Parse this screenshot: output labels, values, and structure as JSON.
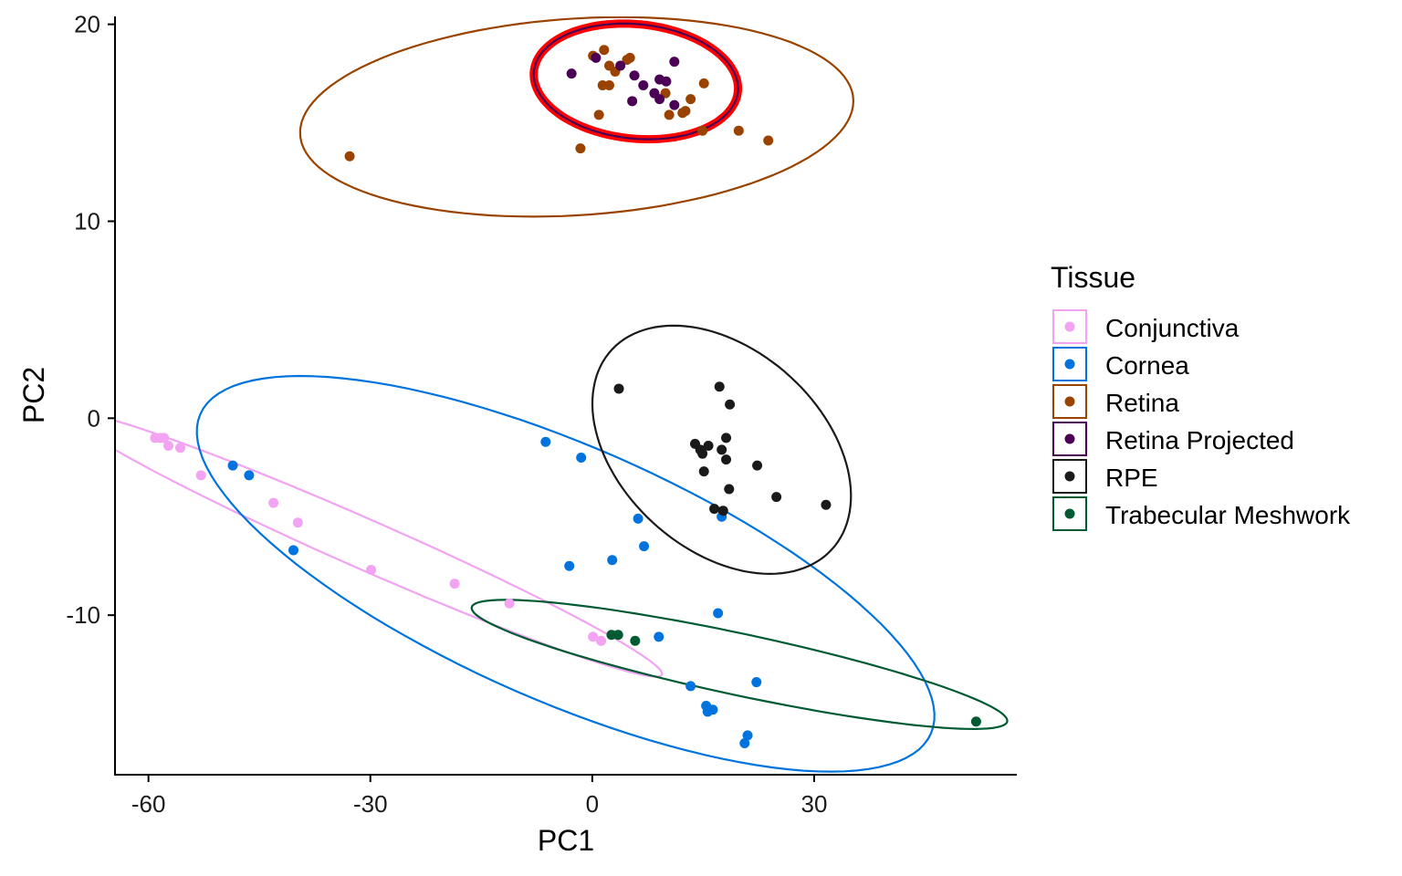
{
  "chart_data": {
    "type": "scatter",
    "title": "",
    "xlabel": "PC1",
    "ylabel": "PC2",
    "xlim": [
      -64.4,
      57.4
    ],
    "ylim": [
      -18.1,
      20.4
    ],
    "xticks": [
      -60,
      -30,
      0,
      30
    ],
    "xtick_labels": [
      "-60",
      "-30",
      "0",
      "30"
    ],
    "yticks": [
      -10,
      0,
      10,
      20
    ],
    "ytick_labels": [
      "-10",
      "0",
      "10",
      "20"
    ],
    "grid": false,
    "legend": {
      "title": "Tissue",
      "placement": "right"
    },
    "series": [
      {
        "name": "Conjunctiva",
        "color": "#F2A3F2",
        "points": [
          [
            -59.1,
            -1.0
          ],
          [
            -58.4,
            -1.0
          ],
          [
            -57.9,
            -1.0
          ],
          [
            -57.3,
            -1.4
          ],
          [
            -55.7,
            -1.5
          ],
          [
            -52.9,
            -2.9
          ],
          [
            -43.1,
            -4.3
          ],
          [
            -39.8,
            -5.3
          ],
          [
            -29.9,
            -7.7
          ],
          [
            -18.6,
            -8.4
          ],
          [
            -11.2,
            -9.4
          ],
          [
            0.1,
            -11.1
          ],
          [
            1.2,
            -11.3
          ]
        ],
        "ellipse": {
          "center": [
            -30.7,
            -6.4
          ],
          "major": [
            40.1,
            -6.5
          ],
          "minor": [
            -2.0,
            1.7
          ]
        }
      },
      {
        "name": "Cornea",
        "color": "#0073DE",
        "points": [
          [
            -48.6,
            -2.4
          ],
          [
            -46.4,
            -2.9
          ],
          [
            -40.4,
            -6.7
          ],
          [
            -6.3,
            -1.2
          ],
          [
            -1.5,
            -2.0
          ],
          [
            -3.1,
            -7.5
          ],
          [
            2.7,
            -7.2
          ],
          [
            6.2,
            -5.1
          ],
          [
            7.0,
            -6.5
          ],
          [
            9.0,
            -11.1
          ],
          [
            13.3,
            -13.6
          ],
          [
            17.0,
            -9.9
          ],
          [
            17.5,
            -5.0
          ],
          [
            22.2,
            -13.4
          ],
          [
            15.4,
            -14.6
          ],
          [
            15.6,
            -14.9
          ],
          [
            16.3,
            -14.8
          ],
          [
            21.0,
            -16.1
          ],
          [
            20.6,
            -16.5
          ]
        ],
        "ellipse": {
          "center": [
            -3.6,
            -7.9
          ],
          "major": [
            49.4,
            -8.1
          ],
          "minor": [
            -6.8,
            -5.94
          ]
        }
      },
      {
        "name": "Retina",
        "color": "#9A4300",
        "points": [
          [
            -32.8,
            13.3
          ],
          [
            -1.6,
            13.7
          ],
          [
            0.9,
            15.4
          ],
          [
            0.1,
            18.4
          ],
          [
            1.6,
            18.7
          ],
          [
            2.3,
            17.9
          ],
          [
            3.1,
            17.6
          ],
          [
            1.4,
            16.9
          ],
          [
            2.3,
            16.9
          ],
          [
            4.7,
            18.2
          ],
          [
            5.1,
            18.3
          ],
          [
            9.9,
            16.5
          ],
          [
            10.4,
            15.4
          ],
          [
            12.2,
            15.5
          ],
          [
            12.6,
            15.6
          ],
          [
            13.3,
            16.2
          ],
          [
            15.1,
            17.0
          ],
          [
            14.9,
            14.6
          ],
          [
            19.8,
            14.6
          ],
          [
            23.8,
            14.1
          ]
        ],
        "ellipse": {
          "center": [
            -2.1,
            15.3
          ],
          "major": [
            37.4,
            0.8
          ],
          "minor": [
            0,
            5.0
          ]
        }
      },
      {
        "name": "Retina Projected",
        "color": "#4B0055",
        "points": [
          [
            -2.8,
            17.5
          ],
          [
            0.5,
            18.3
          ],
          [
            3.8,
            17.9
          ],
          [
            5.7,
            17.4
          ],
          [
            6.9,
            16.9
          ],
          [
            8.4,
            16.5
          ],
          [
            9.1,
            16.2
          ],
          [
            9.1,
            17.2
          ],
          [
            10.0,
            17.1
          ],
          [
            11.1,
            18.1
          ],
          [
            11.1,
            15.9
          ],
          [
            5.4,
            16.1
          ]
        ],
        "ellipse": {
          "center": [
            5.9,
            17.1
          ],
          "major": [
            13.8,
            -0.46
          ],
          "minor": [
            -0.5,
            -2.9
          ],
          "highlight": "#FF0000"
        }
      },
      {
        "name": "RPE",
        "color": "#1A1A1A",
        "points": [
          [
            3.6,
            1.5
          ],
          [
            17.2,
            1.6
          ],
          [
            18.6,
            0.7
          ],
          [
            13.9,
            -1.3
          ],
          [
            15.7,
            -1.4
          ],
          [
            14.6,
            -1.6
          ],
          [
            14.9,
            -1.8
          ],
          [
            17.5,
            -1.6
          ],
          [
            18.1,
            -1.0
          ],
          [
            18.1,
            -2.1
          ],
          [
            15.1,
            -2.7
          ],
          [
            22.3,
            -2.4
          ],
          [
            18.5,
            -3.6
          ],
          [
            24.9,
            -4.0
          ],
          [
            31.6,
            -4.4
          ],
          [
            16.5,
            -4.6
          ],
          [
            17.7,
            -4.7
          ]
        ],
        "ellipse": {
          "center": [
            17.5,
            -1.6
          ],
          "major": [
            14.8,
            -5.1
          ],
          "minor": [
            -9.3,
            -3.7
          ]
        }
      },
      {
        "name": "Trabecular Meshwork",
        "color": "#005A32",
        "points": [
          [
            2.6,
            -11.0
          ],
          [
            3.5,
            -11.0
          ],
          [
            5.8,
            -11.3
          ],
          [
            51.9,
            -15.4
          ]
        ],
        "ellipse": {
          "center": [
            19.9,
            -12.5
          ],
          "major": [
            36.2,
            -2.9
          ],
          "minor": [
            -0.86,
            -1.53
          ]
        }
      }
    ]
  }
}
